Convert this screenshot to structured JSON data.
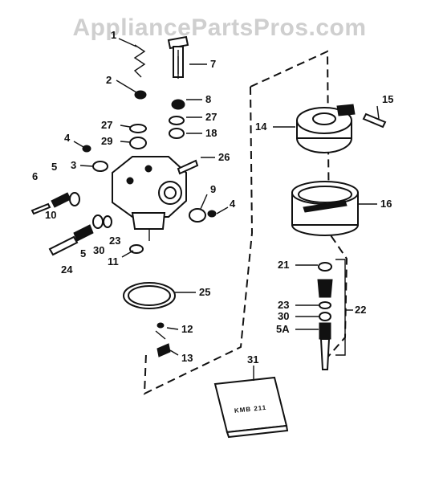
{
  "watermark": "AppliancePartsPros.com",
  "callouts": [
    {
      "id": "c1",
      "text": "1"
    },
    {
      "id": "c2",
      "text": "2"
    },
    {
      "id": "c3",
      "text": "3"
    },
    {
      "id": "c4a",
      "text": "4"
    },
    {
      "id": "c4b",
      "text": "4"
    },
    {
      "id": "c5a",
      "text": "5"
    },
    {
      "id": "c5b",
      "text": "5"
    },
    {
      "id": "c5A",
      "text": "5A"
    },
    {
      "id": "c6",
      "text": "6"
    },
    {
      "id": "c7",
      "text": "7"
    },
    {
      "id": "c8",
      "text": "8"
    },
    {
      "id": "c9",
      "text": "9"
    },
    {
      "id": "c10",
      "text": "10"
    },
    {
      "id": "c11",
      "text": "11"
    },
    {
      "id": "c12",
      "text": "12"
    },
    {
      "id": "c13",
      "text": "13"
    },
    {
      "id": "c14",
      "text": "14"
    },
    {
      "id": "c15",
      "text": "15"
    },
    {
      "id": "c16",
      "text": "16"
    },
    {
      "id": "c18",
      "text": "18"
    },
    {
      "id": "c21",
      "text": "21"
    },
    {
      "id": "c22",
      "text": "22"
    },
    {
      "id": "c23a",
      "text": "23"
    },
    {
      "id": "c23b",
      "text": "23"
    },
    {
      "id": "c24",
      "text": "24"
    },
    {
      "id": "c25",
      "text": "25"
    },
    {
      "id": "c26",
      "text": "26"
    },
    {
      "id": "c27a",
      "text": "27"
    },
    {
      "id": "c27b",
      "text": "27"
    },
    {
      "id": "c29",
      "text": "29"
    },
    {
      "id": "c30a",
      "text": "30"
    },
    {
      "id": "c30b",
      "text": "30"
    },
    {
      "id": "c31",
      "text": "31"
    }
  ],
  "kit_label": "KMB 211"
}
